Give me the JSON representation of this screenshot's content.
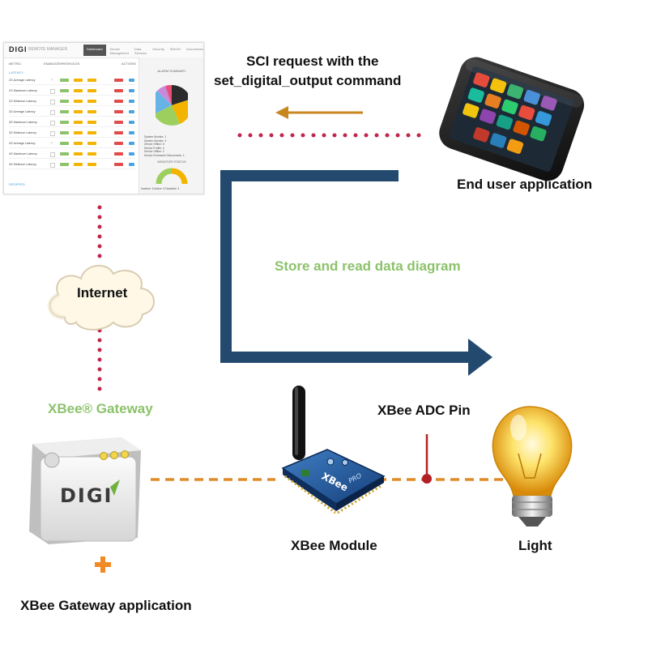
{
  "sci_request": {
    "line1": "SCI request with the",
    "line2": "set_digital_output command"
  },
  "end_user_app": {
    "label": "End user application"
  },
  "diagram_caption": "Store and read data diagram",
  "internet": {
    "label": "Internet"
  },
  "xbee_gateway": {
    "label": "XBee® Gateway",
    "device_logo": "DIGI",
    "app_label": "XBee Gateway application"
  },
  "xbee_adc_pin": {
    "label": "XBee ADC Pin"
  },
  "xbee_module": {
    "label": "XBee Module",
    "chip_text": "XBee",
    "chip_sub": "PRO"
  },
  "light": {
    "label": "Light"
  },
  "remote_manager": {
    "logo": "DIGI",
    "brand": "REMOTE MANAGER",
    "tabs": [
      "Dashboard",
      "Device Management",
      "Data Services",
      "Security",
      "SDK/IO",
      "Documentation"
    ],
    "active_tab": "Dashboard",
    "columns": [
      "METRIC",
      "ENABLED",
      "THRESHOLDS",
      "ACTIONS"
    ],
    "group_latency": "LATENCY",
    "group_dropped": "DROPPED",
    "rows": [
      "2G Average Latency",
      "2G Maximum Latency",
      "2G Minimum Latency",
      "3G Average Latency",
      "3G Maximum Latency",
      "3G Minimum Latency",
      "4G Average Latency",
      "4G Maximum Latency",
      "4G Minimum Latency"
    ],
    "alarm_summary": "ALARM SUMMARY",
    "alarm_legend": [
      "System Monitor: 1",
      "System Monitor: 3",
      "Device Offline: 8",
      "Device Profile: 4",
      "Device Offline: 2",
      "Device Excessive Disconnects: 1"
    ],
    "monitor_status": "MONITOR STATUS",
    "monitor_legend": [
      "Inactive: 6",
      "Active: 5",
      "Disabled: 3"
    ]
  },
  "colors": {
    "dotted_connector": "#c0254a",
    "orange_dashed": "#e08b2a",
    "flow_arrow": "#234a6e",
    "request_arrow": "#c8861e",
    "caption_green": "#8cc26b",
    "adc_pin": "#b32024"
  }
}
